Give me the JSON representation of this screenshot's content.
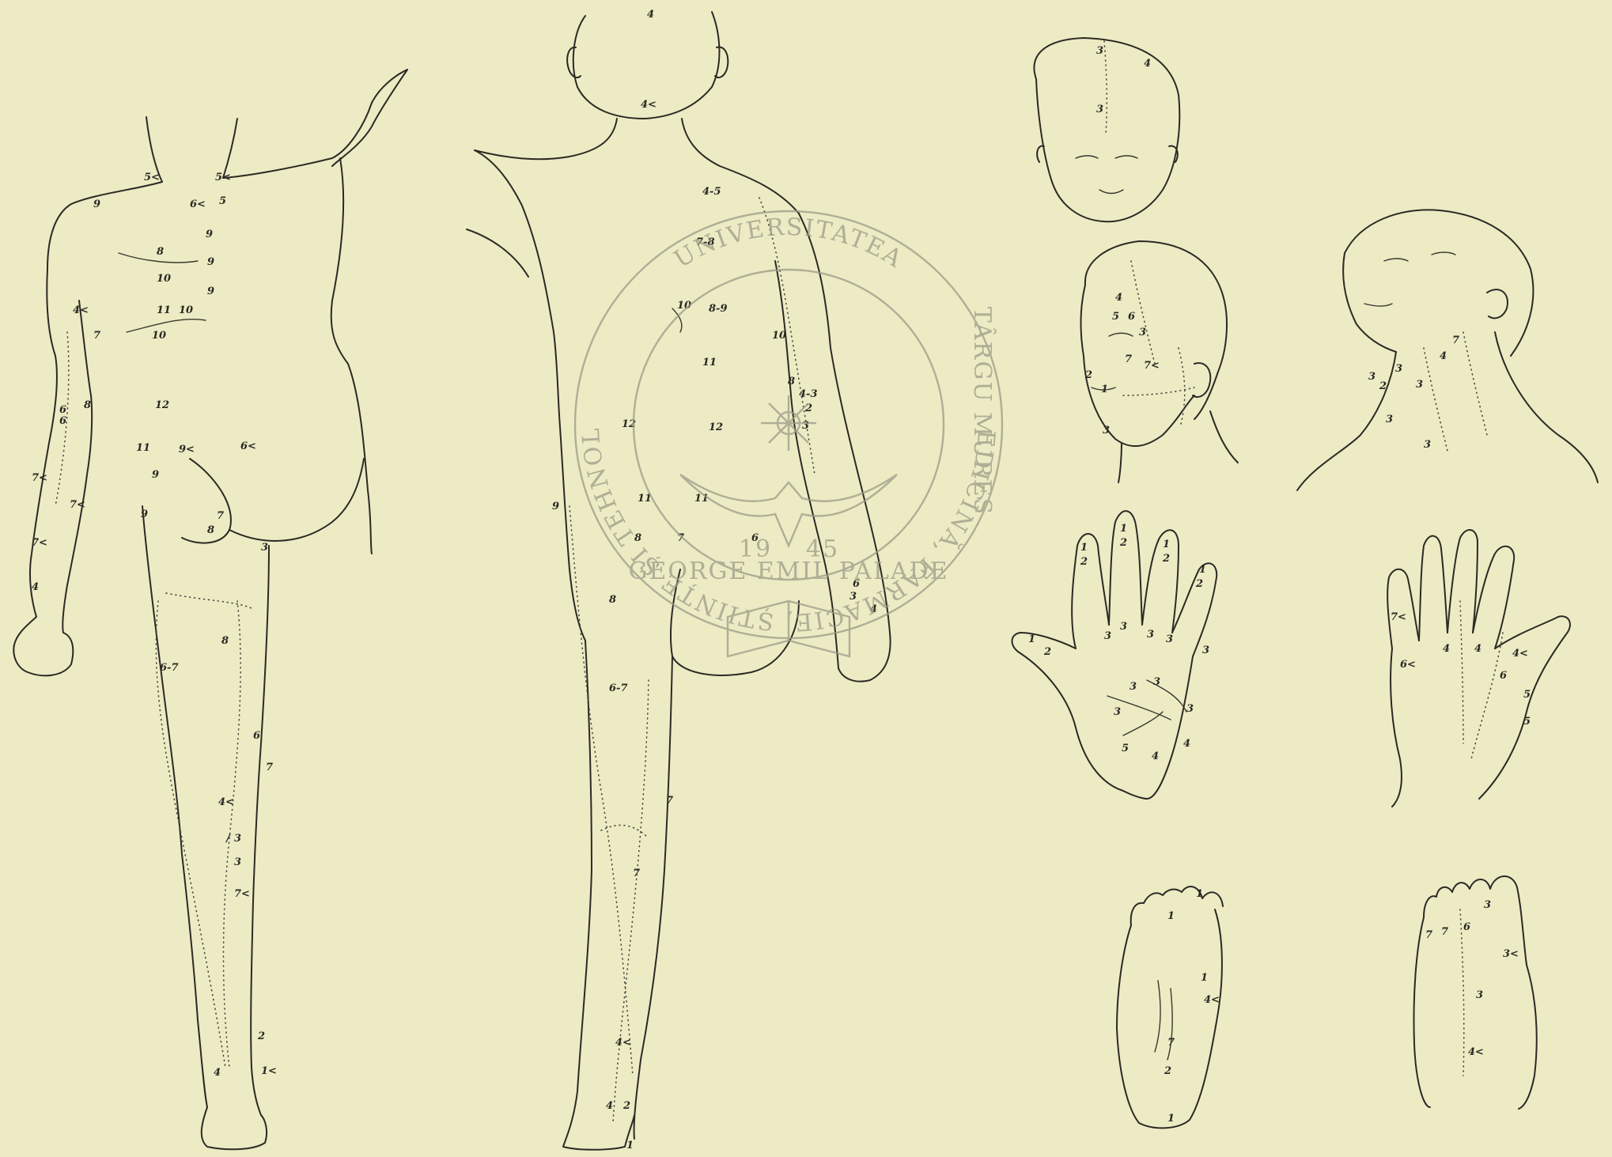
{
  "watermark": {
    "top_text": "UNIVERSITATEA",
    "left_text": "DE MEDICINĂ, FARMACIE, ȘTIINȚE ȘI TEHNOLOGIE",
    "center_text": "GEORGE EMIL PALADE",
    "right_text": "TÂRGU MUREȘ",
    "year_left": "19",
    "year_right": "45",
    "color": "#9c9a86"
  },
  "background_color": "#ecebc4",
  "ink_color": "#2c2a24",
  "figures": {
    "front_body": {
      "labels": [
        "5<",
        "5<",
        "5",
        "6<",
        "9",
        "9",
        "9",
        "9",
        "8",
        "10",
        "11",
        "10",
        "10",
        "4<",
        "7",
        "6",
        "6",
        "8",
        "7<",
        "7<",
        "7<",
        "4",
        "12",
        "11",
        "9<",
        "6<",
        "9",
        "9",
        "8",
        "7",
        "3",
        "8",
        "6-7",
        "6",
        "7",
        "4<",
        "3",
        "3",
        "7<",
        "2",
        "1<",
        "4",
        "/"
      ]
    },
    "back_body": {
      "labels": [
        "4",
        "4<",
        "4-5",
        "7-8",
        "10",
        "8-9",
        "11",
        "12",
        "12",
        "10",
        "8",
        "4-3",
        "2",
        "3",
        "9",
        "11",
        "11",
        "8",
        "7",
        "6",
        "8",
        "6",
        "3",
        "4",
        "6-7",
        "7",
        "7",
        "4<",
        "2",
        "4",
        "1"
      ]
    },
    "head_top": {
      "labels": [
        "3",
        "4",
        "3"
      ]
    },
    "head_side": {
      "labels": [
        "4",
        "3",
        "5",
        "6",
        "2",
        "1",
        "7<",
        "7",
        "3"
      ]
    },
    "head_up": {
      "labels": [
        "3",
        "4",
        "3",
        "7",
        "2",
        "3",
        "3",
        "3"
      ]
    },
    "palm": {
      "labels": [
        "1",
        "2",
        "1",
        "2",
        "1",
        "2",
        "1",
        "2",
        "1",
        "2",
        "3",
        "3",
        "3",
        "3",
        "3",
        "3",
        "3",
        "3",
        "3",
        "4",
        "5",
        "4"
      ]
    },
    "back_hand": {
      "labels": [
        "6<",
        "4",
        "4",
        "4<",
        "6",
        "5",
        "5",
        "7<"
      ]
    },
    "sole": {
      "labels": [
        "1",
        "1",
        "1",
        "4<",
        "7",
        "2",
        "1"
      ]
    },
    "foot_top": {
      "labels": [
        "3",
        "3<",
        "3",
        "7",
        "7",
        "6",
        "4<"
      ]
    }
  }
}
